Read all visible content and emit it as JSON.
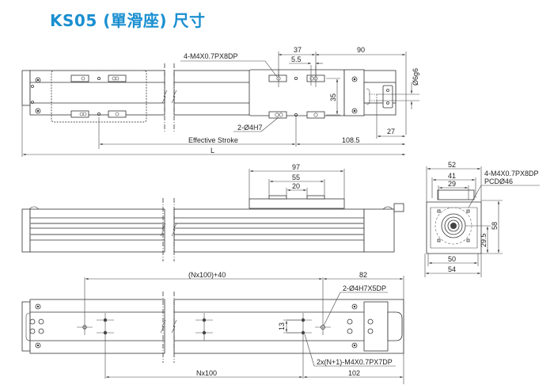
{
  "title": "KS05 (單滑座) 尺寸",
  "brand_color": "#1a8fd0",
  "top_view": {
    "callout_tapped_holes": "4-M4X0.7PX8DP",
    "callout_pin_holes": "2-Ø4H7",
    "dim_37": "37",
    "dim_5_5": "5.5",
    "dim_90": "90",
    "dim_35": "35",
    "dim_shaft": "Ø6g6",
    "dim_27": "27",
    "dim_108_5": "108.5",
    "label_stroke": "Effective Stroke",
    "label_length": "L"
  },
  "side_view": {
    "dim_97": "97",
    "dim_55": "55",
    "dim_20": "20"
  },
  "end_view": {
    "dim_52": "52",
    "dim_41": "41",
    "dim_29": "29",
    "callout_line1": "4-M4X0.7PX8DP",
    "callout_line2": "PCDØ46",
    "dim_58": "58",
    "dim_29_5": "29.5",
    "dim_50": "50",
    "dim_54": "54"
  },
  "bottom_view": {
    "dim_nx100_40": "(Nx100)+40",
    "dim_82": "82",
    "callout_pin": "2-Ø4H7X5DP",
    "dim_13": "13",
    "callout_holes": "2x(N+1)-M4X0.7PX7DP",
    "dim_nx100": "Nx100",
    "dim_102": "102"
  }
}
